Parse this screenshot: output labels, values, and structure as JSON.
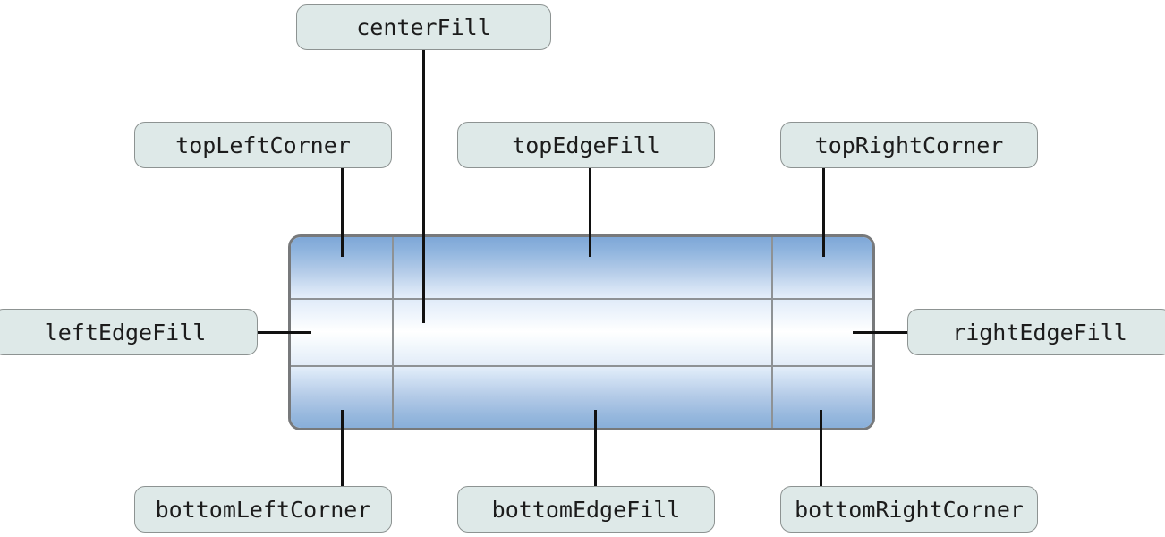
{
  "diagram": {
    "title": "nine-part scalable image slice map",
    "type": "nine-slice-annotation",
    "colors": {
      "label_fill": "#dee9e8",
      "label_border": "#8d9392",
      "label_text": "#1c1c1c",
      "leader_line": "#111111",
      "artwork_border": "#77797b",
      "slice_separator": "#8e9295",
      "gradient_top_start": "#7ea7d7",
      "gradient_top_end": "#e4eefa",
      "gradient_middle_center": "#ffffff",
      "gradient_bottom_end": "#89afda"
    },
    "slices": [
      {
        "id": "top-left-corner",
        "label": "topLeftCorner",
        "row": "top",
        "col": "left"
      },
      {
        "id": "top-edge-fill",
        "label": "topEdgeFill",
        "row": "top",
        "col": "center"
      },
      {
        "id": "top-right-corner",
        "label": "topRightCorner",
        "row": "top",
        "col": "right"
      },
      {
        "id": "left-edge-fill",
        "label": "leftEdgeFill",
        "row": "middle",
        "col": "left"
      },
      {
        "id": "center-fill",
        "label": "centerFill",
        "row": "middle",
        "col": "center"
      },
      {
        "id": "right-edge-fill",
        "label": "rightEdgeFill",
        "row": "middle",
        "col": "right"
      },
      {
        "id": "bottom-left-corner",
        "label": "bottomLeftCorner",
        "row": "bottom",
        "col": "left"
      },
      {
        "id": "bottom-edge-fill",
        "label": "bottomEdgeFill",
        "row": "bottom",
        "col": "center"
      },
      {
        "id": "bottom-right-corner",
        "label": "bottomRightCorner",
        "row": "bottom",
        "col": "right"
      }
    ]
  }
}
